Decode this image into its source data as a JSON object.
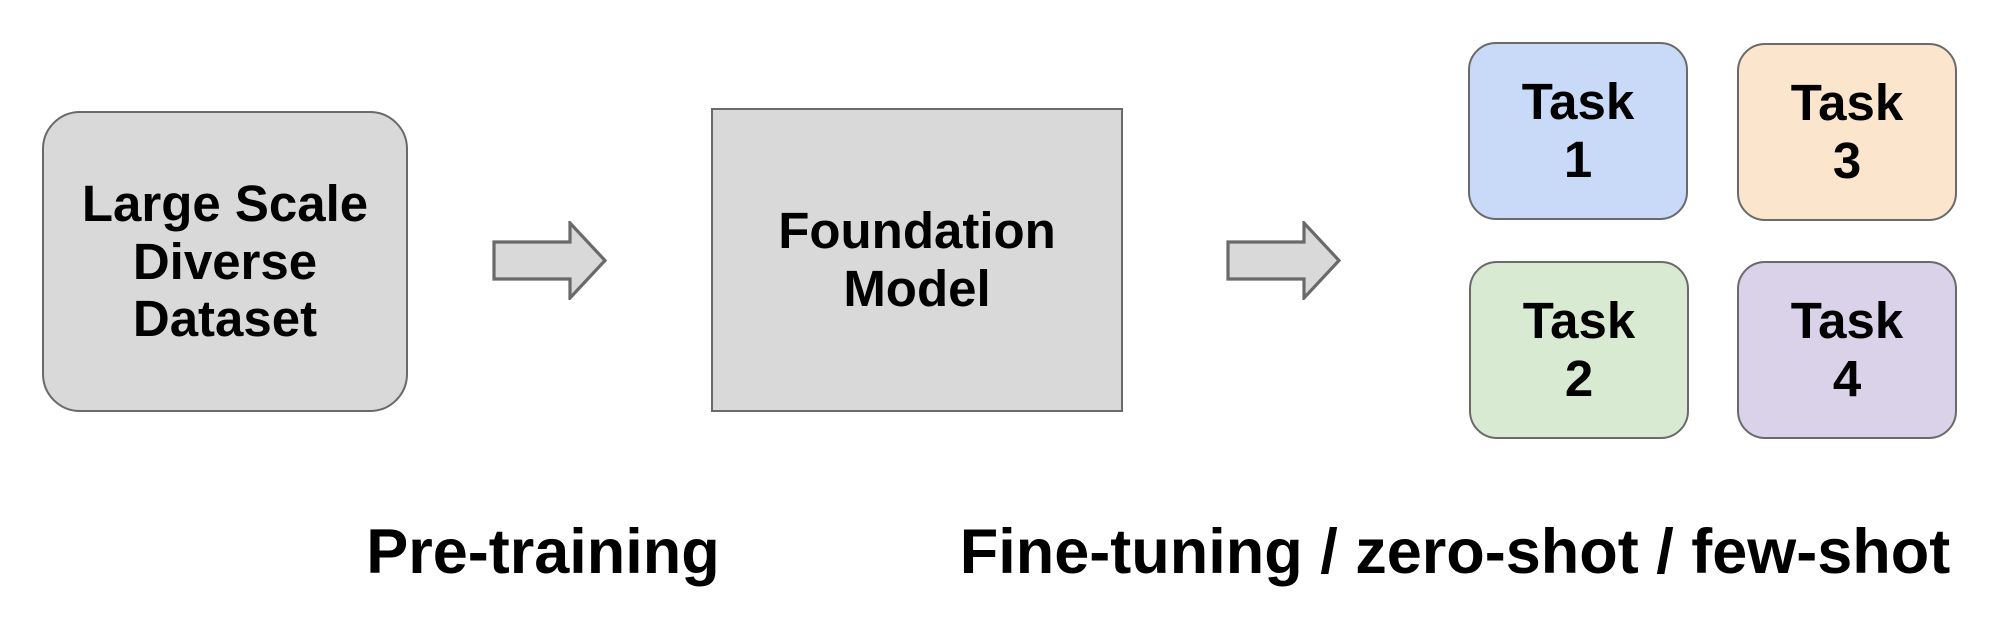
{
  "nodes": {
    "dataset": {
      "label": "Large Scale\nDiverse\nDataset",
      "fill": "#d9d9d9",
      "border": "#6a6a6a"
    },
    "foundation": {
      "label": "Foundation\nModel",
      "fill": "#d9d9d9",
      "border": "#6a6a6a"
    },
    "task1": {
      "label": "Task\n1",
      "fill": "#c9daf8",
      "border": "#6a6a6a"
    },
    "task2": {
      "label": "Task\n2",
      "fill": "#d9ead3",
      "border": "#6a6a6a"
    },
    "task3": {
      "label": "Task\n3",
      "fill": "#fce5cd",
      "border": "#6a6a6a"
    },
    "task4": {
      "label": "Task\n4",
      "fill": "#d9d2e9",
      "border": "#6a6a6a"
    }
  },
  "arrows": {
    "fill": "#d9d9d9",
    "stroke": "#6a6a6a"
  },
  "stage_labels": {
    "pretraining": "Pre-training",
    "adaptation": "Fine-tuning / zero-shot / few-shot"
  },
  "colors": {
    "background": "#ffffff",
    "text": "#000000"
  }
}
